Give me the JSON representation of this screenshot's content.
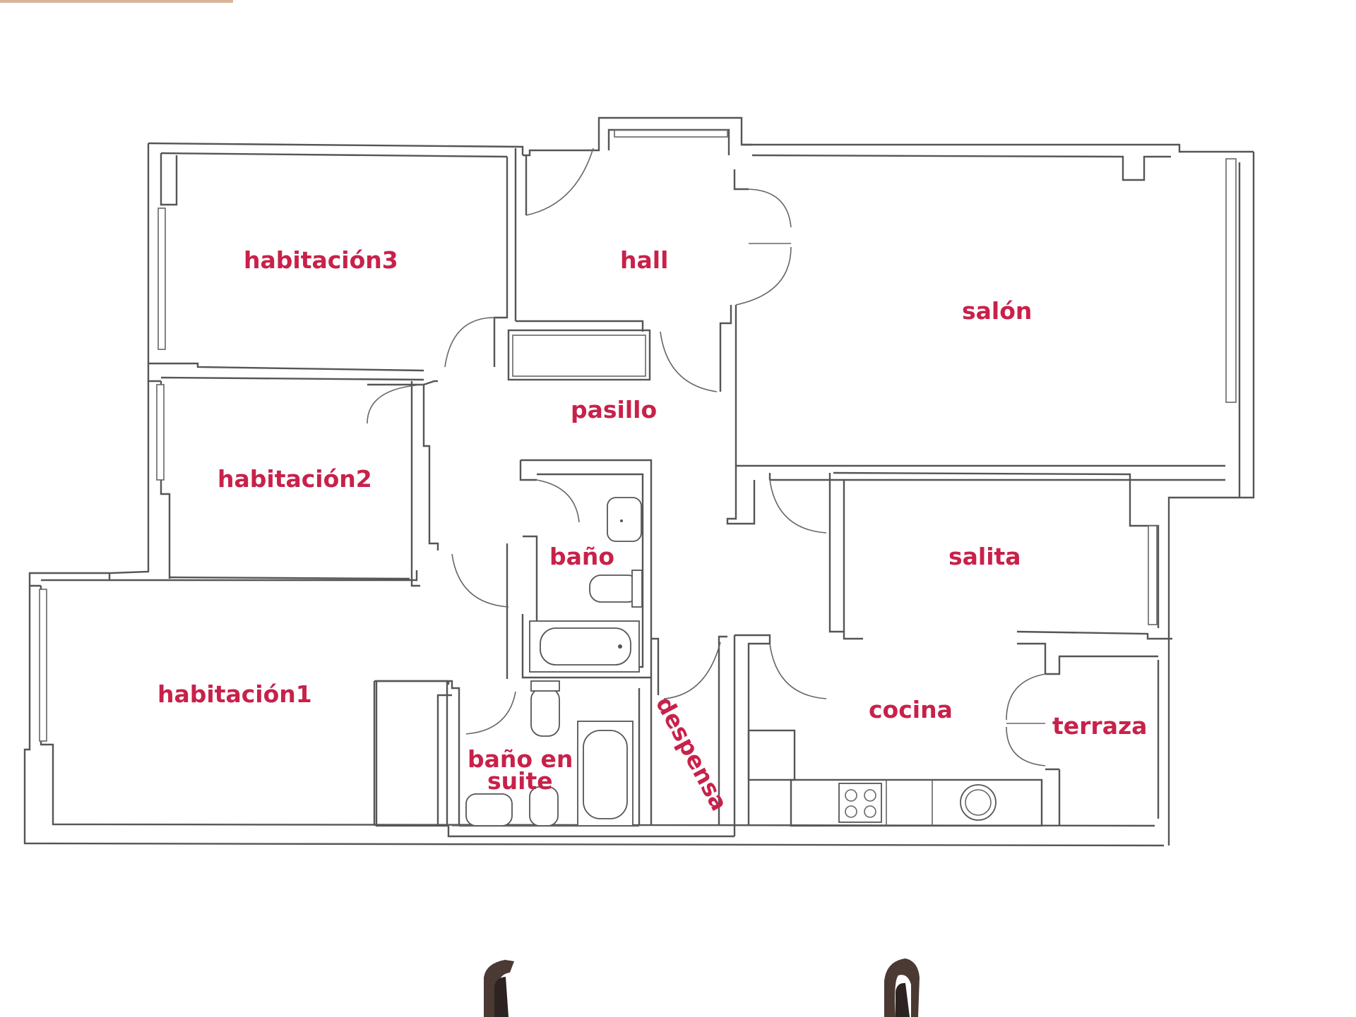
{
  "floor_plan": {
    "rooms": {
      "habitacion3": "habitación3",
      "hall": "hall",
      "salon": "salón",
      "pasillo": "pasillo",
      "habitacion2": "habitación2",
      "bano": "baño",
      "salita": "salita",
      "habitacion1": "habitación1",
      "despensa": "despensa",
      "cocina": "cocina",
      "terraza": "terraza",
      "bano_suite_line1": "baño en",
      "bano_suite_line2": "suite"
    },
    "colors": {
      "label": "#c8214a",
      "wall": "#555555",
      "background": "#ffffff"
    }
  }
}
